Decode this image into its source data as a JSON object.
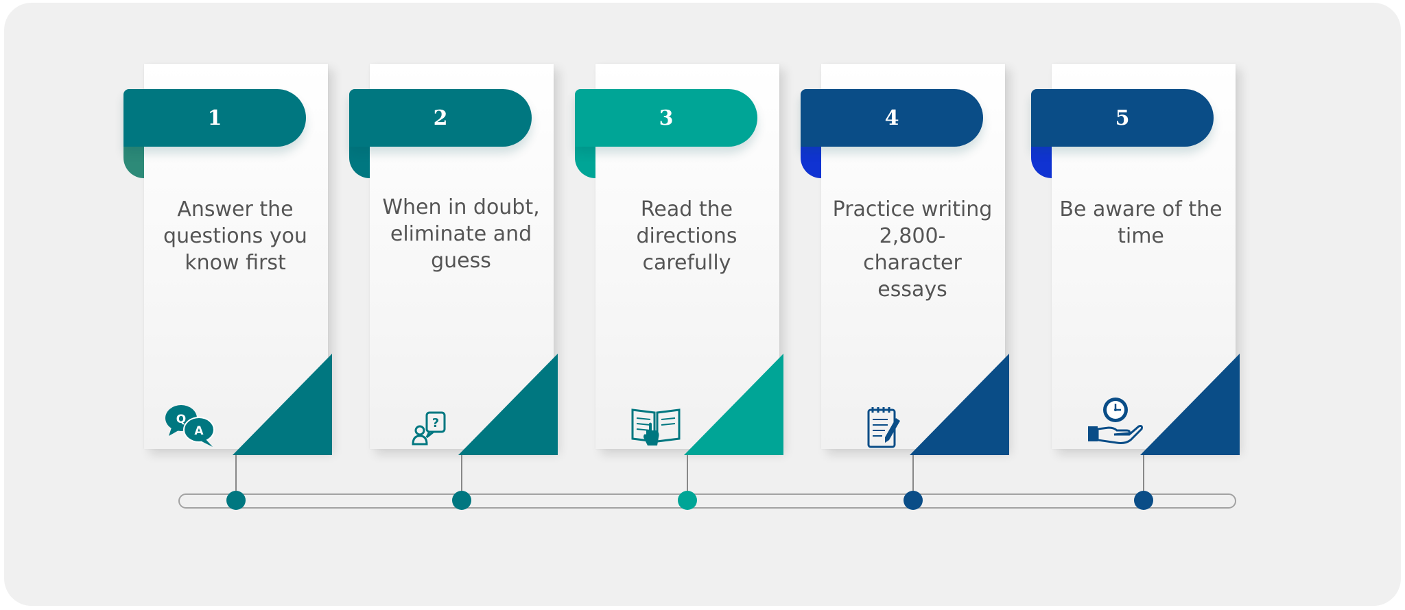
{
  "colors": {
    "teal_dark": "#007780",
    "teal_light": "#00a596",
    "navy": "#0a4d87",
    "curl_blue": "#1033d2",
    "curl_green": "#2d8a78"
  },
  "steps": [
    {
      "number": "1",
      "text": "Answer the questions you know first",
      "icon": "qa-chat-icon"
    },
    {
      "number": "2",
      "text": "When in doubt, eliminate and guess",
      "icon": "person-question-icon"
    },
    {
      "number": "3",
      "text": "Read the directions carefully",
      "icon": "open-book-pointer-icon"
    },
    {
      "number": "4",
      "text": "Practice writing 2,800-character essays",
      "icon": "notepad-pencil-icon"
    },
    {
      "number": "5",
      "text": "Be aware of the time",
      "icon": "clock-hand-icon"
    }
  ]
}
